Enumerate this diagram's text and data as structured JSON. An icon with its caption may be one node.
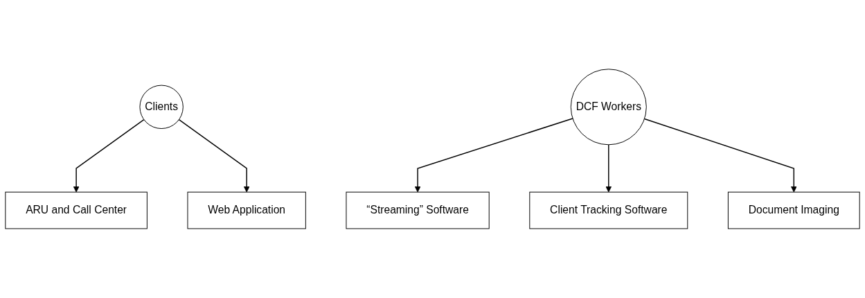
{
  "diagram": {
    "nodes": [
      {
        "text": [
          "Clients"
        ]
      },
      {
        "text": [
          "ARU and Call Center"
        ]
      },
      {
        "text": [
          "Web Application"
        ]
      },
      {
        "text": [
          "DCF Workers"
        ]
      },
      {
        "text": [
          "“Streaming” Software"
        ]
      },
      {
        "text": [
          "Client Tracking Software"
        ]
      },
      {
        "text": [
          "Document Imaging"
        ]
      }
    ],
    "edges": [
      {
        "from": 0,
        "to": 1,
        "arrow": "to"
      },
      {
        "from": 0,
        "to": 2,
        "arrow": "to"
      },
      {
        "from": 3,
        "to": 4,
        "arrow": "to"
      },
      {
        "from": 3,
        "to": 5,
        "arrow": "to"
      },
      {
        "from": 3,
        "to": 6,
        "arrow": "to"
      }
    ]
  }
}
